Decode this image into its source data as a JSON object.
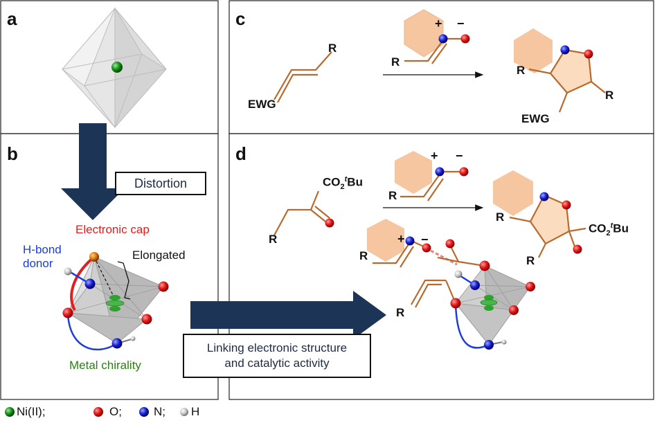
{
  "panels": {
    "a": {
      "letter": "a"
    },
    "b": {
      "letter": "b",
      "distortion": "Distortion",
      "electronic_cap": "Electronic cap",
      "hbond_donor_line1": "H-bond",
      "hbond_donor_line2": "donor",
      "elongated": "Elongated",
      "metal_chirality": "Metal chirality"
    },
    "c": {
      "letter": "c",
      "substituent_r": "R",
      "ewg": "EWG",
      "plus": "+",
      "minus": "−"
    },
    "d": {
      "letter": "d",
      "ester_co2": "CO",
      "ester_sub2": "2",
      "ester_t": "t",
      "ester_bu": "Bu",
      "substituent_r": "R",
      "plus": "+",
      "minus": "−",
      "linking_line1": "Linking electronic structure",
      "linking_line2": "and catalytic activity"
    }
  },
  "legend": [
    {
      "symbol": "Ni(II);",
      "color": "#1a8a1a"
    },
    {
      "symbol": "O;",
      "color": "#d41414"
    },
    {
      "symbol": "N;",
      "color": "#1616c8"
    },
    {
      "symbol": "H",
      "color": "#c8c8c8"
    }
  ],
  "colors": {
    "navy_arrow": "#1c3557",
    "bond_orange": "#b86a2c",
    "ring_fill": "#f5c6a0",
    "electronic_cap_red": "#e02020",
    "hbond_blue": "#1a3cd8",
    "chirality_green": "#2e7d16"
  }
}
